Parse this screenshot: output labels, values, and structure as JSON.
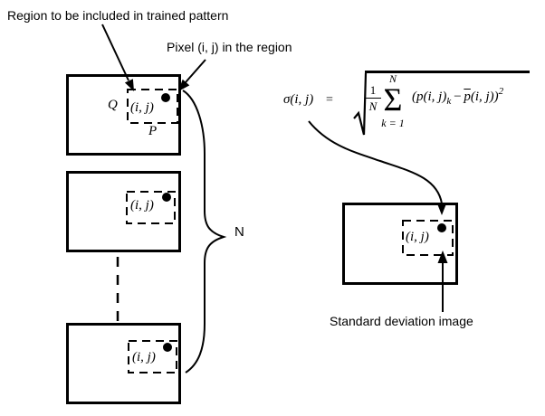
{
  "annotations": {
    "region_label": "Region to be included in trained pattern",
    "pixel_label": "Pixel (i, j) in the region",
    "count_label": "N",
    "std_dev_label": "Standard deviation image"
  },
  "pattern_images": [
    {
      "pixel_coord": "(i, j)",
      "q_label": "Q",
      "p_label": "P"
    },
    {
      "pixel_coord": "(i, j)"
    },
    {
      "pixel_coord": "(i, j)"
    }
  ],
  "std_image": {
    "pixel_coord": "(i, j)"
  },
  "formula": {
    "lhs": "σ(i, j)",
    "equals": "=",
    "frac_numerator": "1",
    "frac_denominator": "N",
    "sum_upper": "N",
    "sum_symbol": "Σ",
    "sum_lower": "k = 1",
    "term_open": "(p(i, j)",
    "term_sub": "k",
    "term_minus": "−",
    "term_mean": "p",
    "term_close": "(i, j))",
    "term_exp": "2"
  },
  "colors": {
    "ink": "#000000",
    "background": "#ffffff"
  }
}
